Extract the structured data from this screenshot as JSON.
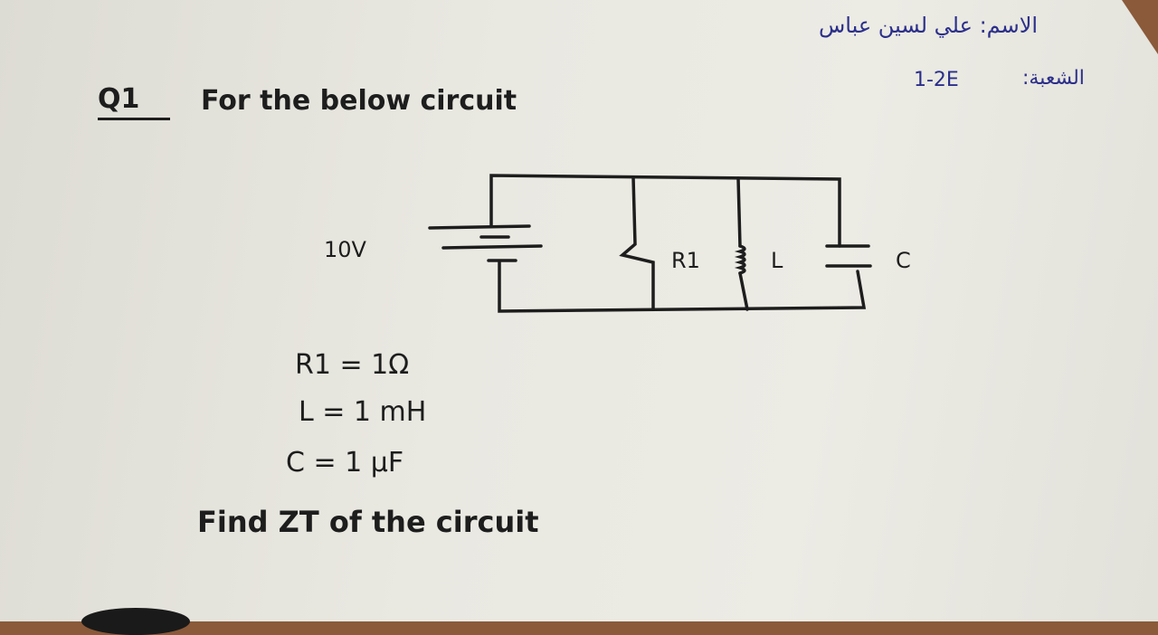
{
  "handwriting": {
    "question_label": "Q1",
    "question_text": "For the below circuit",
    "student_name": "الاسم: علي لسين عباس",
    "group_label": "الشعبة:",
    "group_value": "1-2E",
    "source_voltage": "10V",
    "label_r": "R1",
    "label_l": "L",
    "label_c": "C",
    "value_r": "R1 = 1Ω",
    "value_l": "L = 1 mH",
    "value_c": "C = 1 μF",
    "task": "Find ZT of the circuit"
  },
  "colors": {
    "ink": "#1d1d1d",
    "blue_ink": "#2b2f8a",
    "paper": "#e9e8e1"
  }
}
